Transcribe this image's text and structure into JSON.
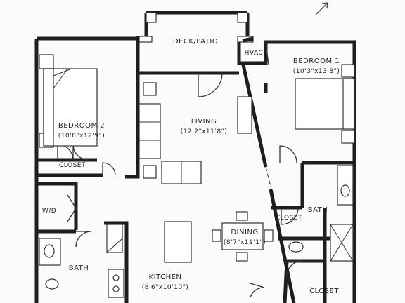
{
  "rooms": {
    "deck": "DECK/PATIO",
    "hvac": "HVAC",
    "bedroom1": {
      "name": "BEDROOM 1",
      "dims": "(10'3\"x13'8\")"
    },
    "bedroom2": {
      "name": "BEDROOM 2",
      "dims": "(10'8\"x12'9\")"
    },
    "living": {
      "name": "LIVING",
      "dims": "(12'2\"x11'8\")"
    },
    "dining": {
      "name": "DINING",
      "dims": "(8'7\"x11'1\")"
    },
    "kitchen": {
      "name": "KITCHEN",
      "dims": "(8'6\"x10'10\")"
    },
    "bath_right": "BATH",
    "bath_left": "BATH",
    "closet_bed2": "CLOSET",
    "closet_right": "CLOSET",
    "closet_bottom": "CLOSET",
    "wd": "W/D"
  },
  "icons": [
    "north-arrow-icon"
  ]
}
